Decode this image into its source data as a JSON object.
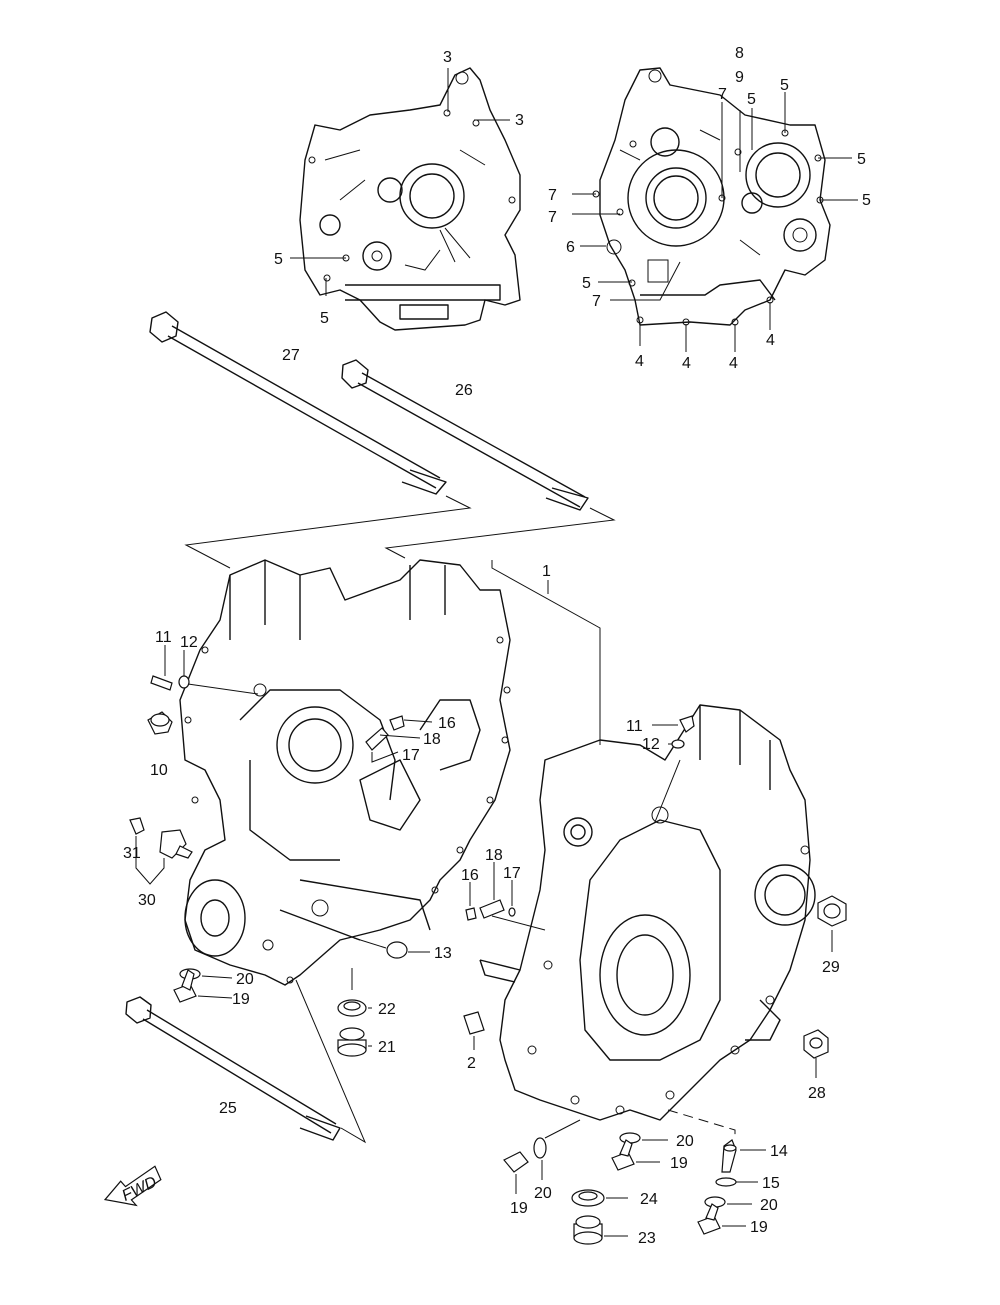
{
  "callouts": [
    {
      "id": "c3a",
      "text": "3"
    },
    {
      "id": "c3b",
      "text": "3"
    },
    {
      "id": "c5a",
      "text": "5"
    },
    {
      "id": "c5b",
      "text": "5"
    },
    {
      "id": "c8",
      "text": "8"
    },
    {
      "id": "c9",
      "text": "9"
    },
    {
      "id": "c7a",
      "text": "7"
    },
    {
      "id": "c5c",
      "text": "5"
    },
    {
      "id": "c5d",
      "text": "5"
    },
    {
      "id": "c5e",
      "text": "5"
    },
    {
      "id": "c5f",
      "text": "5"
    },
    {
      "id": "c7b",
      "text": "7"
    },
    {
      "id": "c7c",
      "text": "7"
    },
    {
      "id": "c6",
      "text": "6"
    },
    {
      "id": "c5g",
      "text": "5"
    },
    {
      "id": "c7d",
      "text": "7"
    },
    {
      "id": "c4a",
      "text": "4"
    },
    {
      "id": "c4b",
      "text": "4"
    },
    {
      "id": "c4c",
      "text": "4"
    },
    {
      "id": "c4d",
      "text": "4"
    },
    {
      "id": "c27",
      "text": "27"
    },
    {
      "id": "c26",
      "text": "26"
    },
    {
      "id": "c1",
      "text": "1"
    },
    {
      "id": "c11a",
      "text": "11"
    },
    {
      "id": "c12a",
      "text": "12"
    },
    {
      "id": "c10",
      "text": "10"
    },
    {
      "id": "c16a",
      "text": "16"
    },
    {
      "id": "c18a",
      "text": "18"
    },
    {
      "id": "c17a",
      "text": "17"
    },
    {
      "id": "c11b",
      "text": "11"
    },
    {
      "id": "c12b",
      "text": "12"
    },
    {
      "id": "c31",
      "text": "31"
    },
    {
      "id": "c30",
      "text": "30"
    },
    {
      "id": "c18b",
      "text": "18"
    },
    {
      "id": "c16b",
      "text": "16"
    },
    {
      "id": "c17b",
      "text": "17"
    },
    {
      "id": "c13",
      "text": "13"
    },
    {
      "id": "c29",
      "text": "29"
    },
    {
      "id": "c20a",
      "text": "20"
    },
    {
      "id": "c19a",
      "text": "19"
    },
    {
      "id": "c22",
      "text": "22"
    },
    {
      "id": "c21",
      "text": "21"
    },
    {
      "id": "c2",
      "text": "2"
    },
    {
      "id": "c28",
      "text": "28"
    },
    {
      "id": "c25",
      "text": "25"
    },
    {
      "id": "c20b",
      "text": "20"
    },
    {
      "id": "c19b",
      "text": "19"
    },
    {
      "id": "c14",
      "text": "14"
    },
    {
      "id": "c15",
      "text": "15"
    },
    {
      "id": "c20c",
      "text": "20"
    },
    {
      "id": "c19c",
      "text": "19"
    },
    {
      "id": "c24",
      "text": "24"
    },
    {
      "id": "c23",
      "text": "23"
    },
    {
      "id": "c20d",
      "text": "20"
    },
    {
      "id": "c19d",
      "text": "19"
    }
  ],
  "fwd_arrow": {
    "text": "FWD"
  },
  "colors": {
    "ink": "#111111",
    "paper": "#ffffff"
  }
}
